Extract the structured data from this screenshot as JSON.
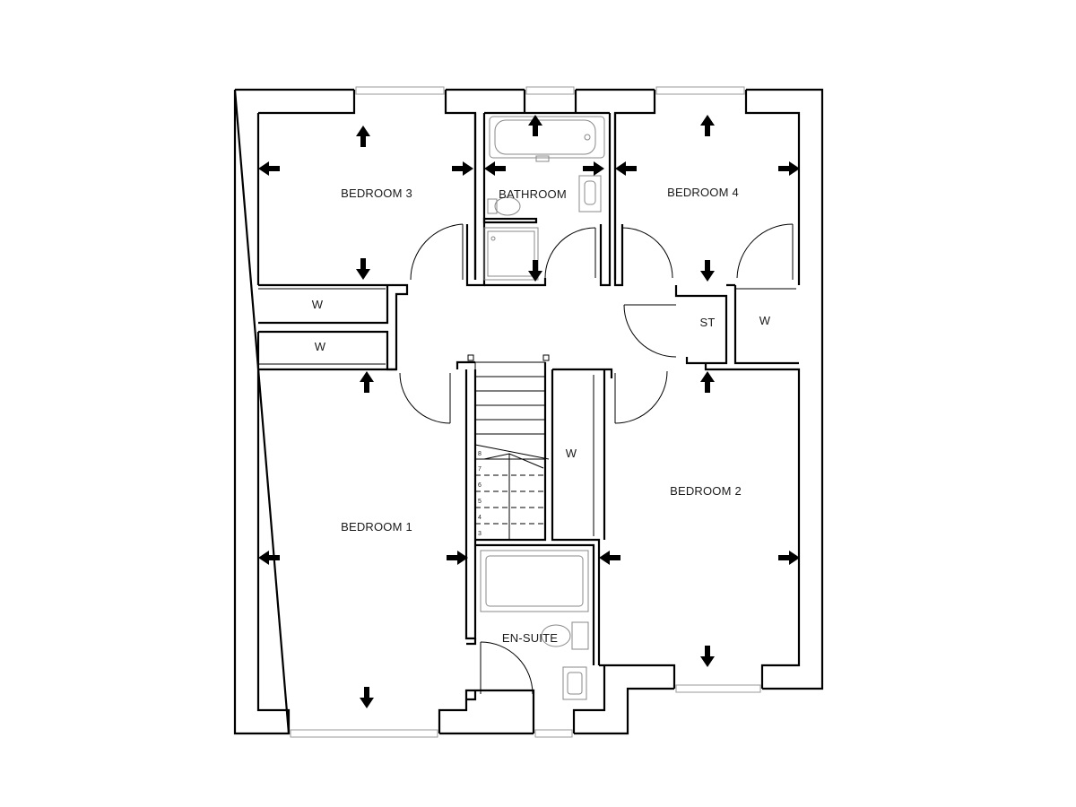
{
  "rooms": {
    "bedroom_3": "BEDROOM 3",
    "bathroom": "BATHROOM",
    "bedroom_4": "BEDROOM 4",
    "bedroom_1": "BEDROOM 1",
    "bedroom_2": "BEDROOM 2",
    "en_suite": "EN-SUITE",
    "store": "ST",
    "wardrobe_b3": "W",
    "wardrobe_b1": "W",
    "wardrobe_b4": "W",
    "wardrobe_b2": "W"
  },
  "stair_steps": [
    "8",
    "7",
    "6",
    "5",
    "4",
    "3"
  ]
}
